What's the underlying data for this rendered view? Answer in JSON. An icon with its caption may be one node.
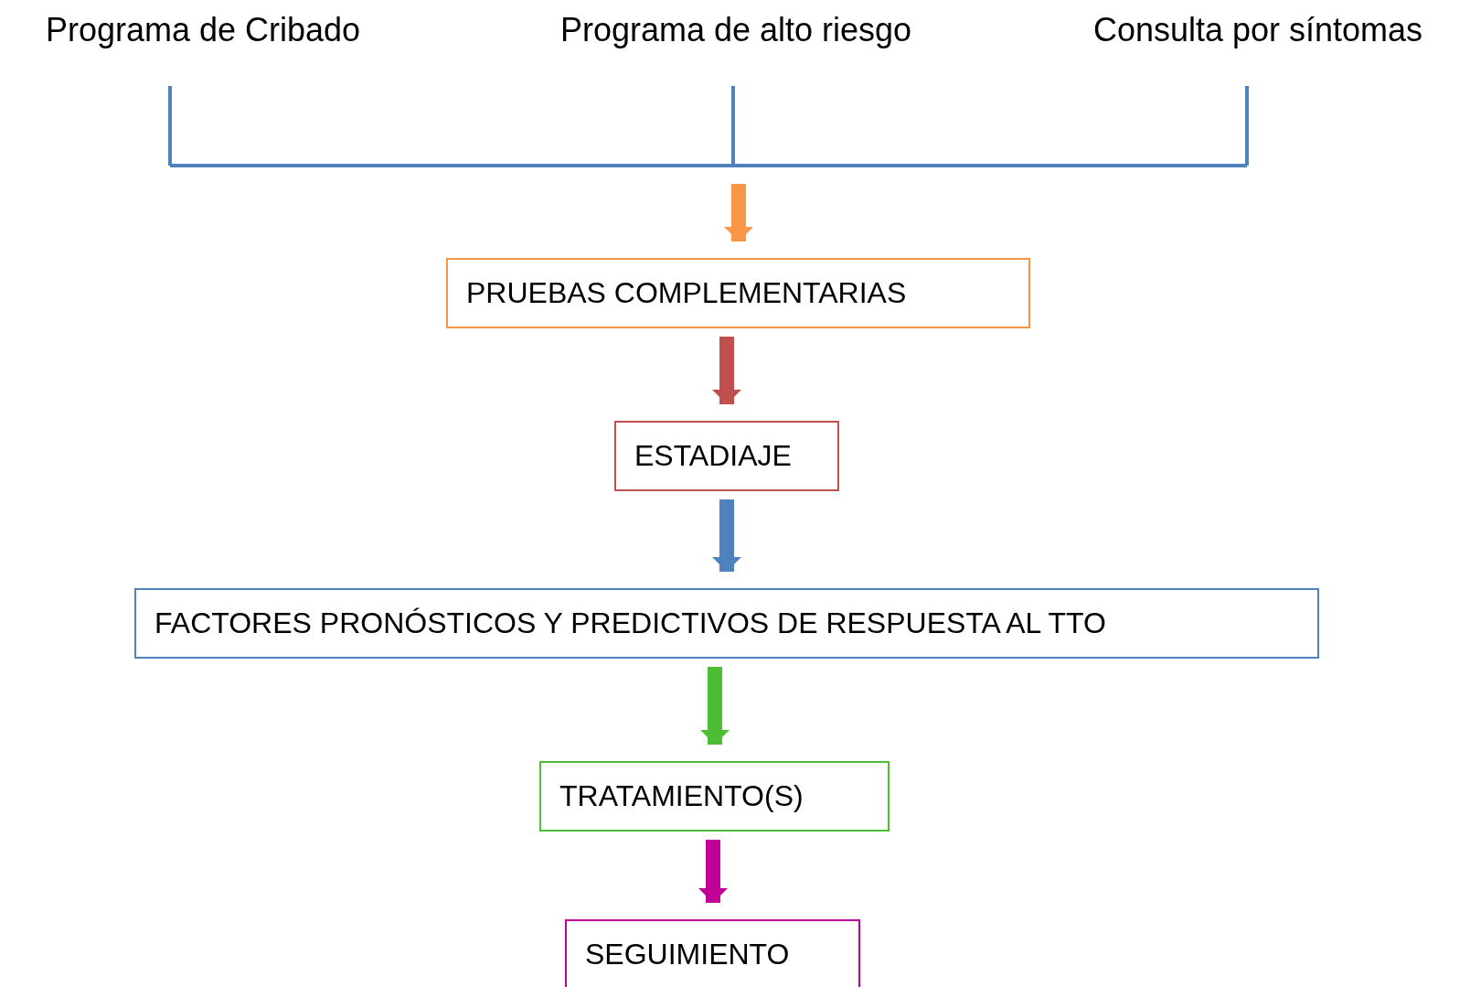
{
  "diagram": {
    "nodes": [
      {
        "text": [
          "Programa de Cribado"
        ]
      },
      {
        "text": [
          "Programa de alto riesgo"
        ]
      },
      {
        "text": [
          "Consulta por síntomas"
        ]
      },
      {
        "text": [
          "PRUEBAS COMPLEMENTARIAS"
        ]
      },
      {
        "text": [
          "ESTADIAJE"
        ]
      },
      {
        "text": [
          "FACTORES PRONÓSTICOS Y PREDICTIVOS DE RESPUESTA AL TTO"
        ]
      },
      {
        "text": [
          "TRATAMIENTO(S)"
        ]
      },
      {
        "text": [
          "SEGUIMIENTO"
        ]
      }
    ],
    "edges": [
      {
        "from": null,
        "to": 3,
        "arrow": "to",
        "color": "#f79646"
      },
      {
        "from": 3,
        "to": 4,
        "arrow": "to",
        "color": "#c0504d"
      },
      {
        "from": 4,
        "to": 5,
        "arrow": "to",
        "color": "#4f81bd"
      },
      {
        "from": 5,
        "to": 6,
        "arrow": "to",
        "color": "#4dbd33"
      },
      {
        "from": 6,
        "to": 7,
        "arrow": "to",
        "color": "#c00097"
      }
    ]
  }
}
